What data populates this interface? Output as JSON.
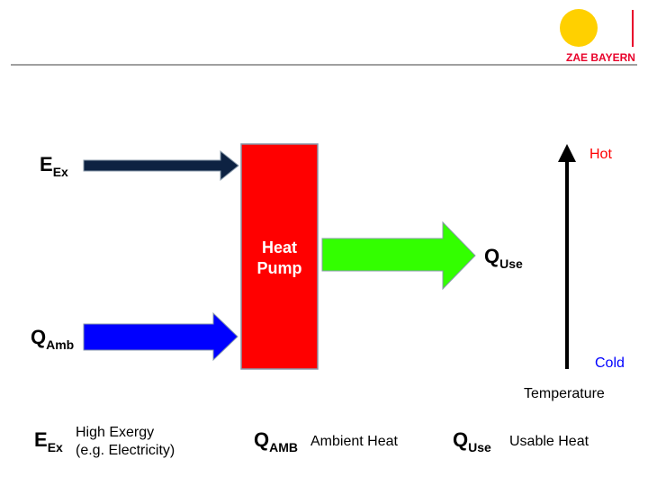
{
  "logo": {
    "text": "ZAE BAYERN"
  },
  "colors": {
    "exergy": "#0d2242",
    "ambient": "#0000ff",
    "pump": "#ff0000",
    "useful": "#33ff00",
    "hot": "#ff0000",
    "cold": "#0000ff"
  },
  "diagram": {
    "e_ex": {
      "main": "E",
      "sub": "Ex"
    },
    "q_amb": {
      "main": "Q",
      "sub": "Amb"
    },
    "q_use": {
      "main": "Q",
      "sub": "Use"
    },
    "pump_line1": "Heat",
    "pump_line2": "Pump",
    "hot": "Hot",
    "cold": "Cold",
    "temperature": "Temperature"
  },
  "legend": [
    {
      "main": "E",
      "sub": "Ex",
      "desc1": "High Exergy",
      "desc2": "(e.g. Electricity)"
    },
    {
      "main": "Q",
      "sub": "AMB",
      "desc1": "Ambient Heat"
    },
    {
      "main": "Q",
      "sub": "Use",
      "desc1": "Usable Heat"
    }
  ]
}
